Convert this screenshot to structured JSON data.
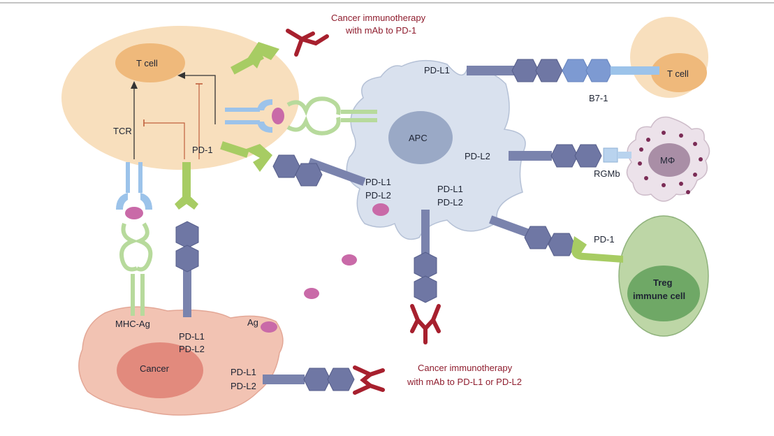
{
  "labels": {
    "t_cell_main": "T cell",
    "t_cell_right": "T cell",
    "tcr": "TCR",
    "pd1_tcell": "PD-1",
    "mhc_ag": "MHC-Ag",
    "ag": "Ag",
    "cancer": "Cancer",
    "cancer_pdl1_top": "PD-L1",
    "cancer_pdl2_top": "PD-L2",
    "cancer_pdl1_bottom": "PD-L1",
    "cancer_pdl2_bottom": "PD-L2",
    "apc": "APC",
    "apc_pdl1_top": "PD-L1",
    "apc_pdl2_right": "PD-L2",
    "apc_pdl1_left": "PD-L1",
    "apc_pdl2_left": "PD-L2",
    "apc_pdl1_mid": "PD-L1",
    "apc_pdl2_mid": "PD-L2",
    "b71": "B7-1",
    "rgmb": "RGMb",
    "macrophage": "MΦ",
    "pd1_treg": "PD-1",
    "treg": "Treg",
    "immune_cell": "immune cell",
    "therapy_pd1_line1": "Cancer immunotherapy",
    "therapy_pd1_line2": "with mAb to PD-1",
    "therapy_pdl_line1": "Cancer immunotherapy",
    "therapy_pdl_line2": "with mAb to PD-L1 or PD-L2"
  },
  "colors": {
    "tcell_fill": "#f8dfbd",
    "tcell_nucleus": "#efb97b",
    "apc_fill": "#d9e1ee",
    "apc_nucleus": "#9aa9c6",
    "cancer_fill": "#f2c3b3",
    "cancer_nucleus": "#e28a7d",
    "macrophage_fill": "#ece2ea",
    "treg_fill": "#bdd6a6",
    "treg_nucleus": "#6fa866",
    "ligand_hex": "#6f77a4",
    "antibody_red": "#a7202e",
    "pd1_green": "#a7cc63",
    "tcr_blue": "#9cc3ea",
    "mhc_green": "#b7da9c",
    "antigen_magenta": "#c96aa8"
  }
}
